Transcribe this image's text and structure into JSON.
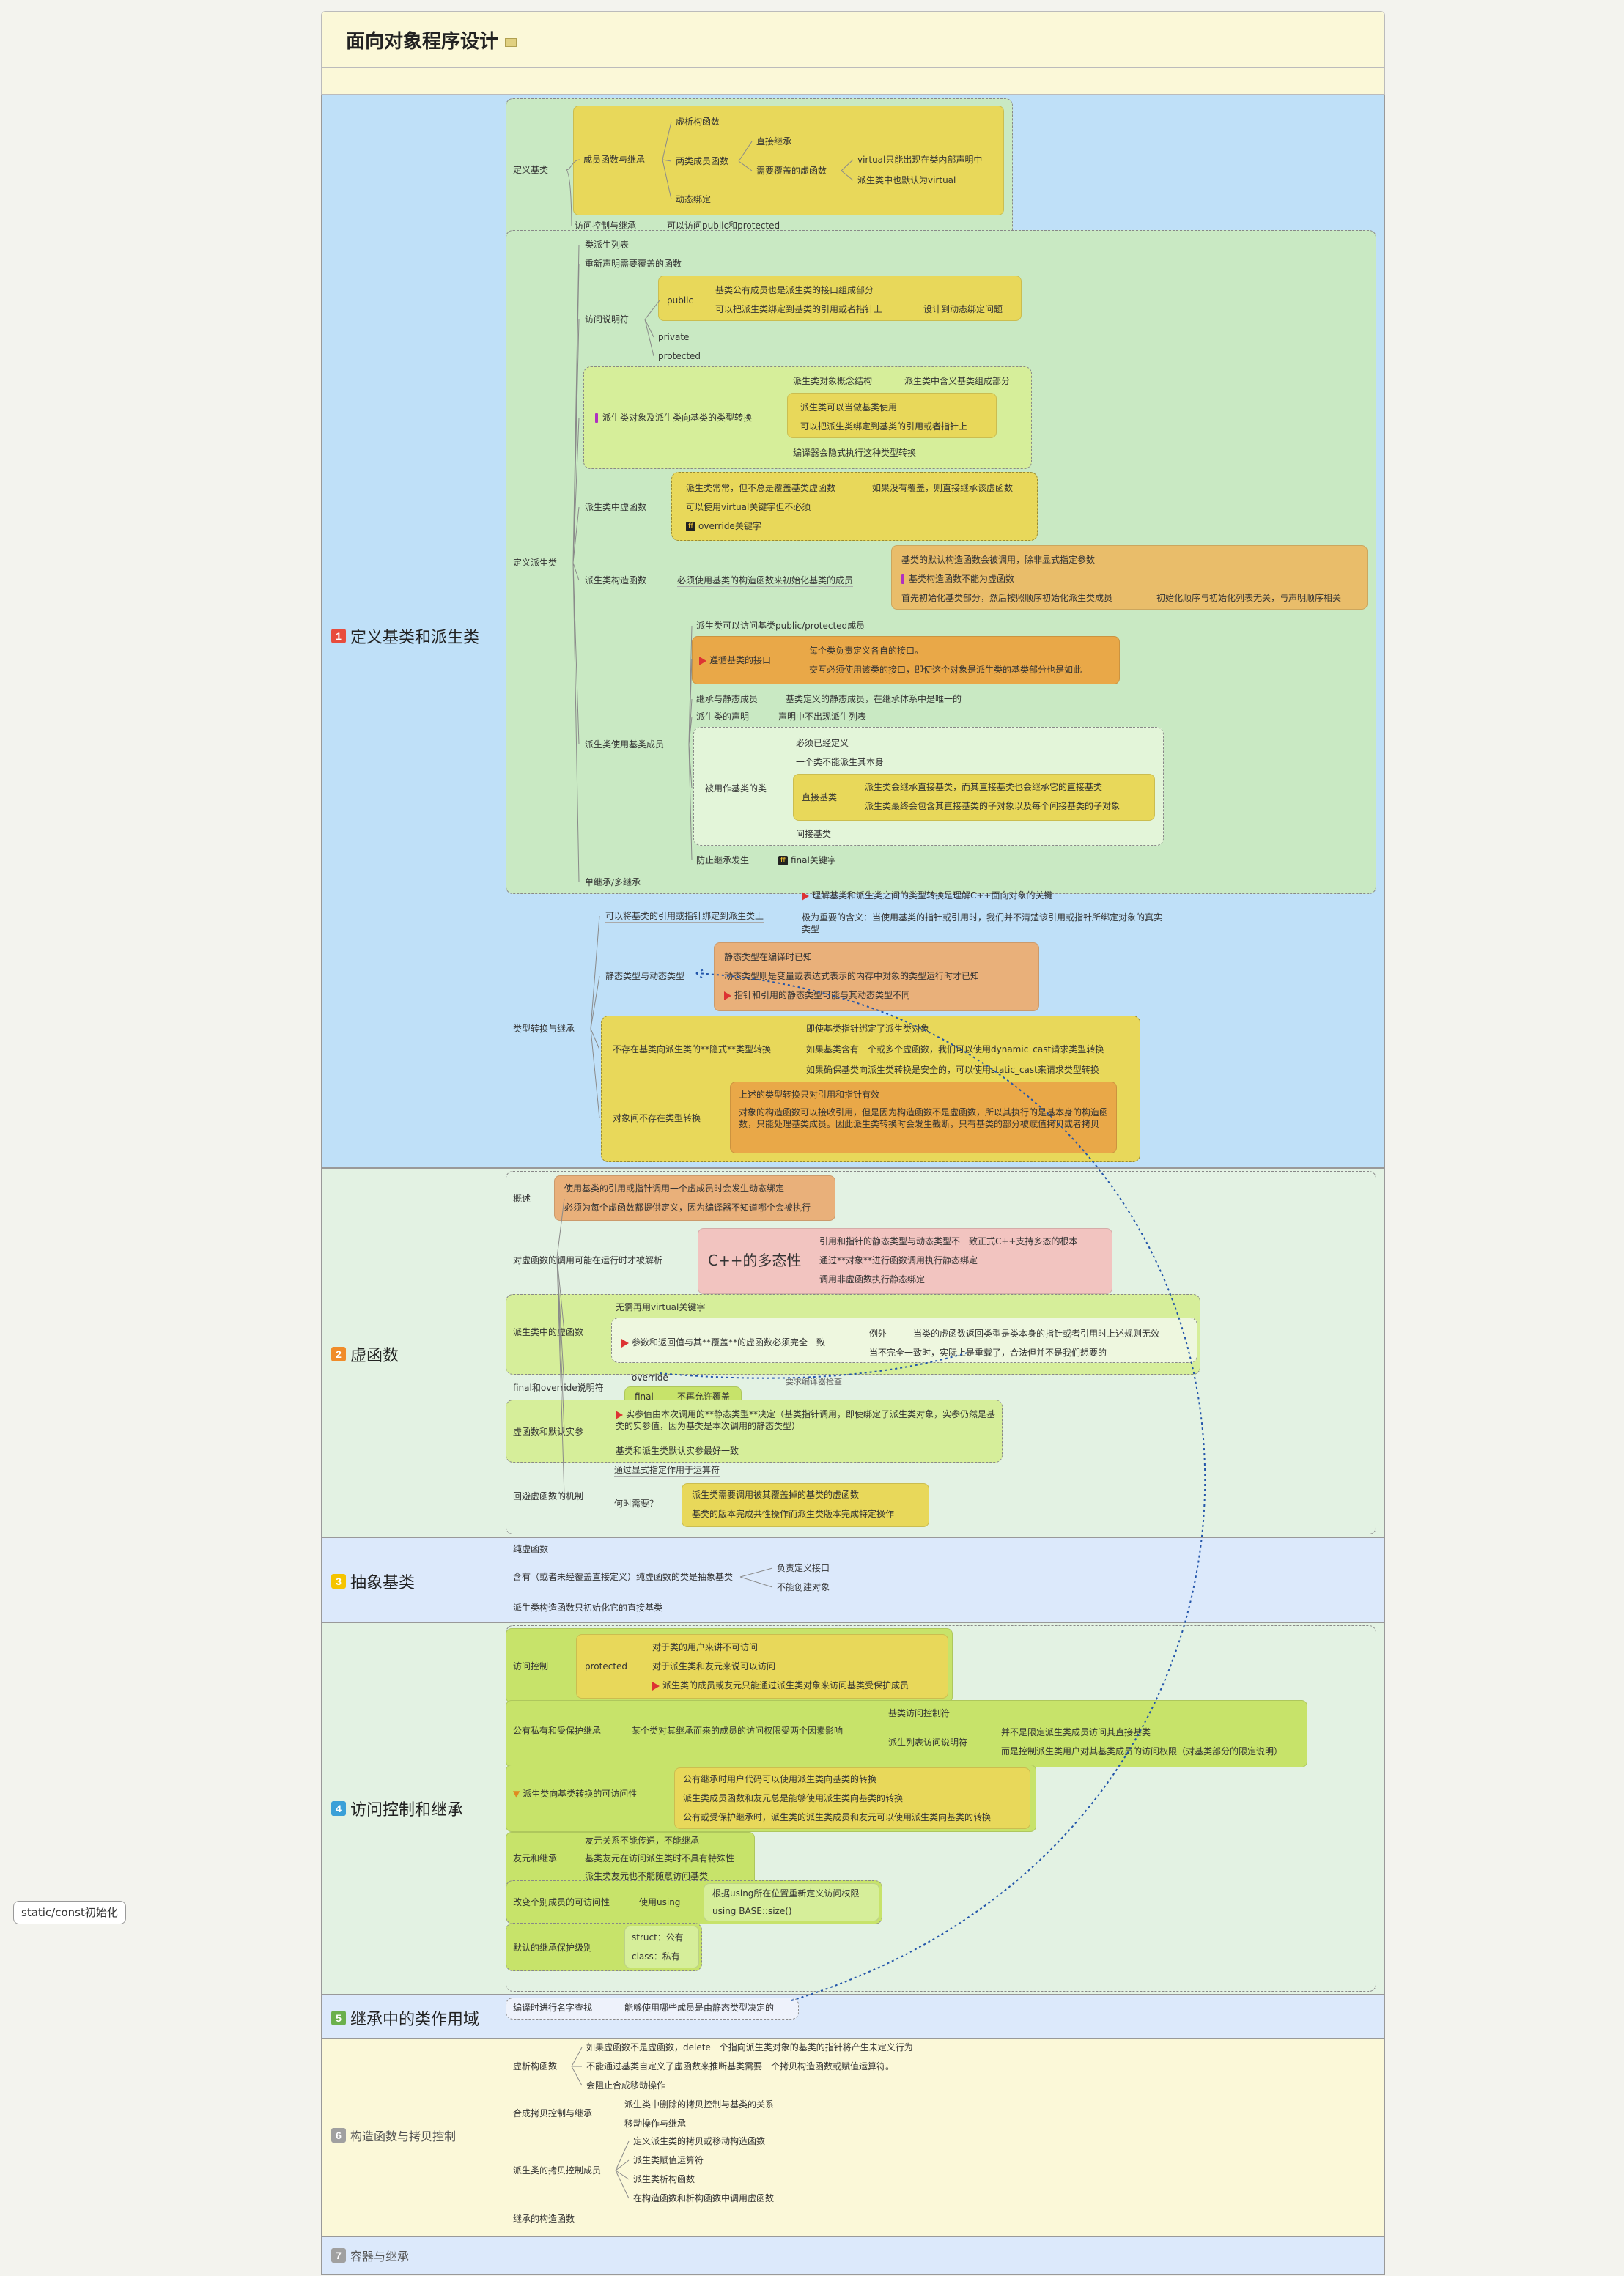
{
  "title": "面向对象程序设计",
  "sections": [
    {
      "num": "1",
      "label": "定义基类和派生类",
      "color": "#e84c3d"
    },
    {
      "num": "2",
      "label": "虚函数",
      "color": "#f08c2a"
    },
    {
      "num": "3",
      "label": "抽象基类",
      "color": "#f5c400"
    },
    {
      "num": "4",
      "label": "访问控制和继承",
      "color": "#3aa0d8"
    },
    {
      "num": "5",
      "label": "继承中的类作用域",
      "color": "#6ab04c"
    },
    {
      "num": "6",
      "label": "构造函数与拷贝控制",
      "color": "#a0a0a0"
    },
    {
      "num": "7",
      "label": "容器与继承",
      "color": "#a0a0a0"
    }
  ],
  "floating": "static/const初始化",
  "s1": {
    "base": "定义基类",
    "member_funcs": "成员函数与继承",
    "virt_dtor": "虚析构函数",
    "two_kinds": "两类成员函数",
    "direct_inherit": "直接继承",
    "need_override": "需要覆盖的虚函数",
    "virt_only_in_class": "virtual只能出现在类内部声明中",
    "derived_default_virtual": "派生类中也默认为virtual",
    "dyn_bind": "动态绑定",
    "access_ctrl": "访问控制与继承",
    "access_pub_prot": "可以访问public和protected",
    "derived": "定义派生类",
    "derivation_list": "类派生列表",
    "redeclare": "重新声明需要覆盖的函数",
    "access_spec": "访问说明符",
    "public": "public",
    "pub_1": "基类公有成员也是派生类的接口组成部分",
    "pub_2": "可以把派生类绑定到基类的引用或者指针上",
    "pub_3": "设计到动态绑定问题",
    "private": "private",
    "protected": "protected",
    "conv": "派生类对象及派生类向基类的类型转换",
    "conv_model": "派生类对象概念结构",
    "conv_model_2": "派生类中含义基类组成部分",
    "conv_use_as_base": "派生类可以当做基类使用",
    "conv_bind": "可以把派生类绑定到基类的引用或者指针上",
    "conv_implicit": "编译器会隐式执行这种类型转换",
    "vfunc": "派生类中虚函数",
    "vfunc_1": "派生类常常，但不总是覆盖基类虚函数",
    "vfunc_1b": "如果没有覆盖，则直接继承该虚函数",
    "vfunc_2": "可以使用virtual关键字但不必须",
    "vfunc_3": "override关键字",
    "ctor": "派生类构造函数",
    "ctor_must": "必须使用基类的构造函数来初始化基类的成员",
    "ctor_a": "基类的默认构造函数会被调用，除非显式指定参数",
    "ctor_b": "基类构造函数不能为虚函数",
    "ctor_c": "首先初始化基类部分，然后按照顺序初始化派生类成员",
    "ctor_c2": "初始化顺序与初始化列表无关，与声明顺序相关",
    "use_base": "派生类使用基类成员",
    "use_1": "派生类可以访问基类public/protected成员",
    "use_iface": "遵循基类的接口",
    "use_iface_1": "每个类负责定义各自的接口。",
    "use_iface_2": "交互必须使用该类的接口，即使这个对象是派生类的基类部分也是如此",
    "use_static": "继承与静态成员",
    "use_static_1": "基类定义的静态成员，在继承体系中是唯一的",
    "use_decl": "派生类的声明",
    "use_decl_1": "声明中不出现派生列表",
    "as_base": "被用作基类的类",
    "as_base_1": "必须已经定义",
    "as_base_2": "一个类不能派生其本身",
    "direct_base": "直接基类",
    "direct_base_1": "派生类会继承直接基类，而其直接基类也会继承它的直接基类",
    "direct_base_2": "派生类最终会包含其直接基类的子对象以及每个间接基类的子对象",
    "indirect_base": "间接基类",
    "prevent": "防止继承发生",
    "final_kw": "final关键字",
    "multi": "单继承/多继承",
    "tconv": "类型转换与继承",
    "tconv_key": "理解基类和派生类之间的类型转换是理解C++面向对象的关键",
    "tconv_bind": "可以将基类的引用或指针绑定到派生类上",
    "tconv_bind_1": "极为重要的含义：当使用基类的指针或引用时，我们并不清楚该引用或指针所绑定对象的真实类型",
    "sd": "静态类型与动态类型",
    "sd_1": "静态类型在编译时已知",
    "sd_2": "动态类型则是变量或表达式表示的内存中对象的类型",
    "sd_2b": "运行时才已知",
    "sd_3": "指针和引用的静态类型可能与其动态类型不同",
    "no_down": "不存在基类向派生类的**隐式**类型转换",
    "no_down_1": "即使基类指针绑定了派生类对象",
    "no_down_2": "如果基类含有一个或多个虚函数，我们可以使用dynamic_cast请求类型转换",
    "no_down_3": "如果确保基类向派生类转换是安全的，可以使用static_cast来请求类型转换",
    "obj_conv": "对象间不存在类型转换",
    "obj_conv_1": "上述的类型转换只对引用和指针有效",
    "obj_conv_2": "对象的构造函数可以接收引用，但是因为构造函数不是虚函数，所以其执行的是基本身的构造函数，只能处理基类成员。因此派生类转换时会发生截断，只有基类的部分被赋值拷贝或者拷贝"
  },
  "s2": {
    "overview": "概述",
    "ov_1": "使用基类的引用或指针调用一个虚成员时会发生动态绑定",
    "ov_2": "必须为每个虚函数都提供定义，因为编译器不知道哪个会被执行",
    "runtime": "对虚函数的调用可能在运行时才被解析",
    "poly": "C++的多态性",
    "poly_1": "引用和指针的静态类型与动态类型不一致正式C++支持多态的根本",
    "poly_2": "通过**对象**进行函数调用执行静态绑定",
    "poly_3": "调用非虚函数执行静态绑定",
    "dv": "派生类中的虚函数",
    "dv_1": "无需再用virtual关键字",
    "dv_2": "参数和返回值与其**覆盖**的虚函数必须完全一致",
    "dv_ex": "例外",
    "dv_ex_1": "当类的虚函数返回类型是类本身的指针或者引用时上述规则无效",
    "dv_ex_2": "当不完全一致时，实际上是重载了，合法但并不是我们想要的",
    "fo": "final和override说明符",
    "fo_override": "override",
    "fo_check": "要求编译器检查",
    "fo_final": "final",
    "fo_final_1": "不再允许覆盖",
    "def": "虚函数和默认实参",
    "def_1": "实参值由本次调用的**静态类型**决定（基类指针调用，即使绑定了派生类对象，实参仍然是基类的实参值，因为基类是本次调用的静态类型）",
    "def_2": "基类和派生类默认实参最好一致",
    "bypass": "回避虚函数的机制",
    "bypass_1": "通过显式指定作用于运算符",
    "bypass_when": "何时需要？",
    "bypass_w1": "派生类需要调用被其覆盖掉的基类的虚函数",
    "bypass_w2": "基类的版本完成共性操作而派生类版本完成特定操作"
  },
  "s3": {
    "pure": "纯虚函数",
    "abs": "含有（或者未经覆盖直接定义）纯虚函数的类是抽象基类",
    "abs_1": "负责定义接口",
    "abs_2": "不能创建对象",
    "ctor": "派生类构造函数只初始化它的直接基类"
  },
  "s4": {
    "ac": "访问控制",
    "prot": "protected",
    "prot_1": "对于类的用户来讲不可访问",
    "prot_2": "对于派生类和友元来说可以访问",
    "prot_3": "派生类的成员或友元只能通过派生类对象来访问基类受保护成员",
    "pub_priv": "公有私有和受保护继承",
    "pub_priv_1": "某个类对其继承而来的成员的访问权限受两个因素影响",
    "pub_priv_2": "基类访问控制符",
    "pub_priv_3": "派生列表访问说明符",
    "pub_priv_3a": "并不是限定派生类成员访问其直接基类",
    "pub_priv_3b": "而是控制派生类用户对其基类成员的访问权限（对基类部分的限定说明）",
    "d2b": "派生类向基类转换的可访问性",
    "d2b_1": "公有继承时用户代码可以使用派生类向基类的转换",
    "d2b_2": "派生类成员函数和友元总是能够使用派生类向基类的转换",
    "d2b_3": "公有或受保护继承时，派生类的派生类成员和友元可以使用派生类向基类的转换",
    "friend": "友元和继承",
    "friend_1": "友元关系不能传递，不能继承",
    "friend_2": "基类友元在访问派生类时不具有特殊性",
    "friend_3": "派生类友元也不能随意访问基类",
    "change": "改变个别成员的可访问性",
    "using": "使用using",
    "using_1": "根据using所在位置重新定义访问权限",
    "using_2": "using BASE::size()",
    "default": "默认的继承保护级别",
    "struct": "struct：公有",
    "class": "class：私有"
  },
  "s5": {
    "lookup": "编译时进行名字查找",
    "lookup_1": "能够使用哪些成员是由静态类型决定的"
  },
  "s6": {
    "vdtor": "虚析构函数",
    "vdtor_1": "如果虚函数不是虚函数，delete一个指向派生类对象的基类的指针将产生未定义行为",
    "vdtor_2": "不能通过基类自定义了虚函数来推断基类需要一个拷贝构造函数或赋值运算符。",
    "vdtor_3": "会阻止合成移动操作",
    "synth": "合成拷贝控制与继承",
    "synth_1": "派生类中删除的拷贝控制与基类的关系",
    "synth_2": "移动操作与继承",
    "dcc": "派生类的拷贝控制成员",
    "dcc_1": "定义派生类的拷贝或移动构造函数",
    "dcc_2": "派生类赋值运算符",
    "dcc_3": "派生类析构函数",
    "dcc_4": "在构造函数和析构函数中调用虚函数",
    "inh_ctor": "继承的构造函数"
  },
  "colors": {
    "sec1": "#bfe0f8",
    "sec2": "#e3f2e3",
    "sec3": "#dce9fb",
    "sec4": "#e3f2e3",
    "yellow": "#e8d85a",
    "orange": "#e9bd6a",
    "pink": "#f2c4c0",
    "lime": "#c7e36a"
  }
}
